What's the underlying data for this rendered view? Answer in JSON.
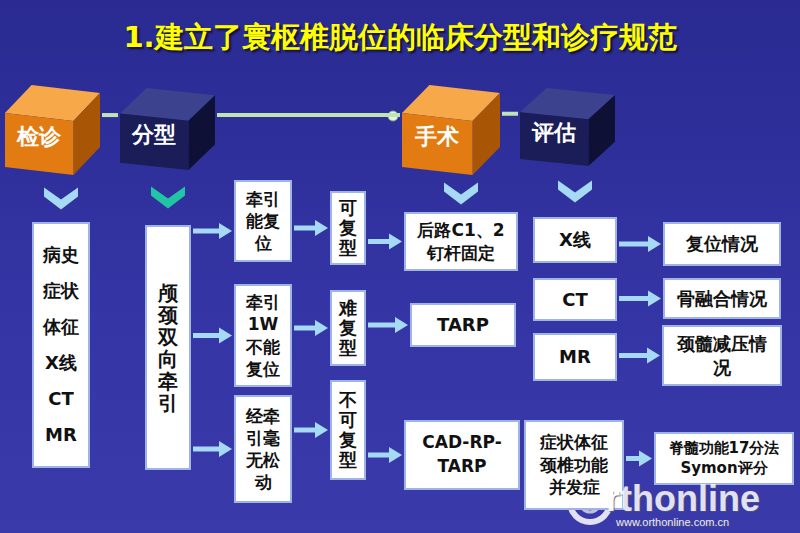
{
  "diagram": {
    "title": "1.建立了寰枢椎脱位的临床分型和诊疗规范",
    "nodes": [
      {
        "text": [
          "检诊"
        ]
      },
      {
        "text": [
          "分型"
        ]
      },
      {
        "text": [
          "手术"
        ]
      },
      {
        "text": [
          "评估"
        ]
      },
      {
        "text": [
          "病史 症状 体征 X线 CT MR"
        ]
      },
      {
        "text": [
          "颅颈双向牵引"
        ]
      },
      {
        "text": [
          "牵引 能复 位"
        ]
      },
      {
        "text": [
          "牵引 1W 不能 复位"
        ]
      },
      {
        "text": [
          "经牵 引毫 无松 动"
        ]
      },
      {
        "text": [
          "可复型"
        ]
      },
      {
        "text": [
          "难复型"
        ]
      },
      {
        "text": [
          "不可复型"
        ]
      },
      {
        "text": [
          "后路C1、2 钉杆固定"
        ]
      },
      {
        "text": [
          "TARP"
        ]
      },
      {
        "text": [
          "CAD-RP- TARP"
        ]
      },
      {
        "text": [
          "X线"
        ]
      },
      {
        "text": [
          "CT"
        ]
      },
      {
        "text": [
          "MR"
        ]
      },
      {
        "text": [
          "症状体征 颈椎功能 并发症"
        ]
      },
      {
        "text": [
          "复位情况"
        ]
      },
      {
        "text": [
          "骨融合情况"
        ]
      },
      {
        "text": [
          "颈髓减压情 况"
        ]
      },
      {
        "text": [
          "脊髓功能17分法 Symon评分"
        ]
      }
    ],
    "edges": [
      {
        "from": 0,
        "to": 1,
        "arrow": "none"
      },
      {
        "from": 1,
        "to": 2,
        "arrow": "none"
      },
      {
        "from": 2,
        "to": 3,
        "arrow": "none"
      },
      {
        "from": 0,
        "to": 4,
        "arrow": "to"
      },
      {
        "from": 1,
        "to": 5,
        "arrow": "to"
      },
      {
        "from": 2,
        "to": 12,
        "arrow": "to"
      },
      {
        "from": 3,
        "to": 15,
        "arrow": "to"
      },
      {
        "from": 5,
        "to": 6,
        "arrow": "to"
      },
      {
        "from": 5,
        "to": 7,
        "arrow": "to"
      },
      {
        "from": 5,
        "to": 8,
        "arrow": "to"
      },
      {
        "from": 6,
        "to": 9,
        "arrow": "to"
      },
      {
        "from": 7,
        "to": 10,
        "arrow": "to"
      },
      {
        "from": 8,
        "to": 11,
        "arrow": "to"
      },
      {
        "from": 9,
        "to": 12,
        "arrow": "to"
      },
      {
        "from": 10,
        "to": 13,
        "arrow": "to"
      },
      {
        "from": 11,
        "to": 14,
        "arrow": "to"
      },
      {
        "from": 15,
        "to": 19,
        "arrow": "to"
      },
      {
        "from": 16,
        "to": 20,
        "arrow": "to"
      },
      {
        "from": 17,
        "to": 21,
        "arrow": "to"
      },
      {
        "from": 18,
        "to": 22,
        "arrow": "to"
      }
    ],
    "labels": [
      "rthonline",
      "www.orthonline.com.cn"
    ]
  }
}
